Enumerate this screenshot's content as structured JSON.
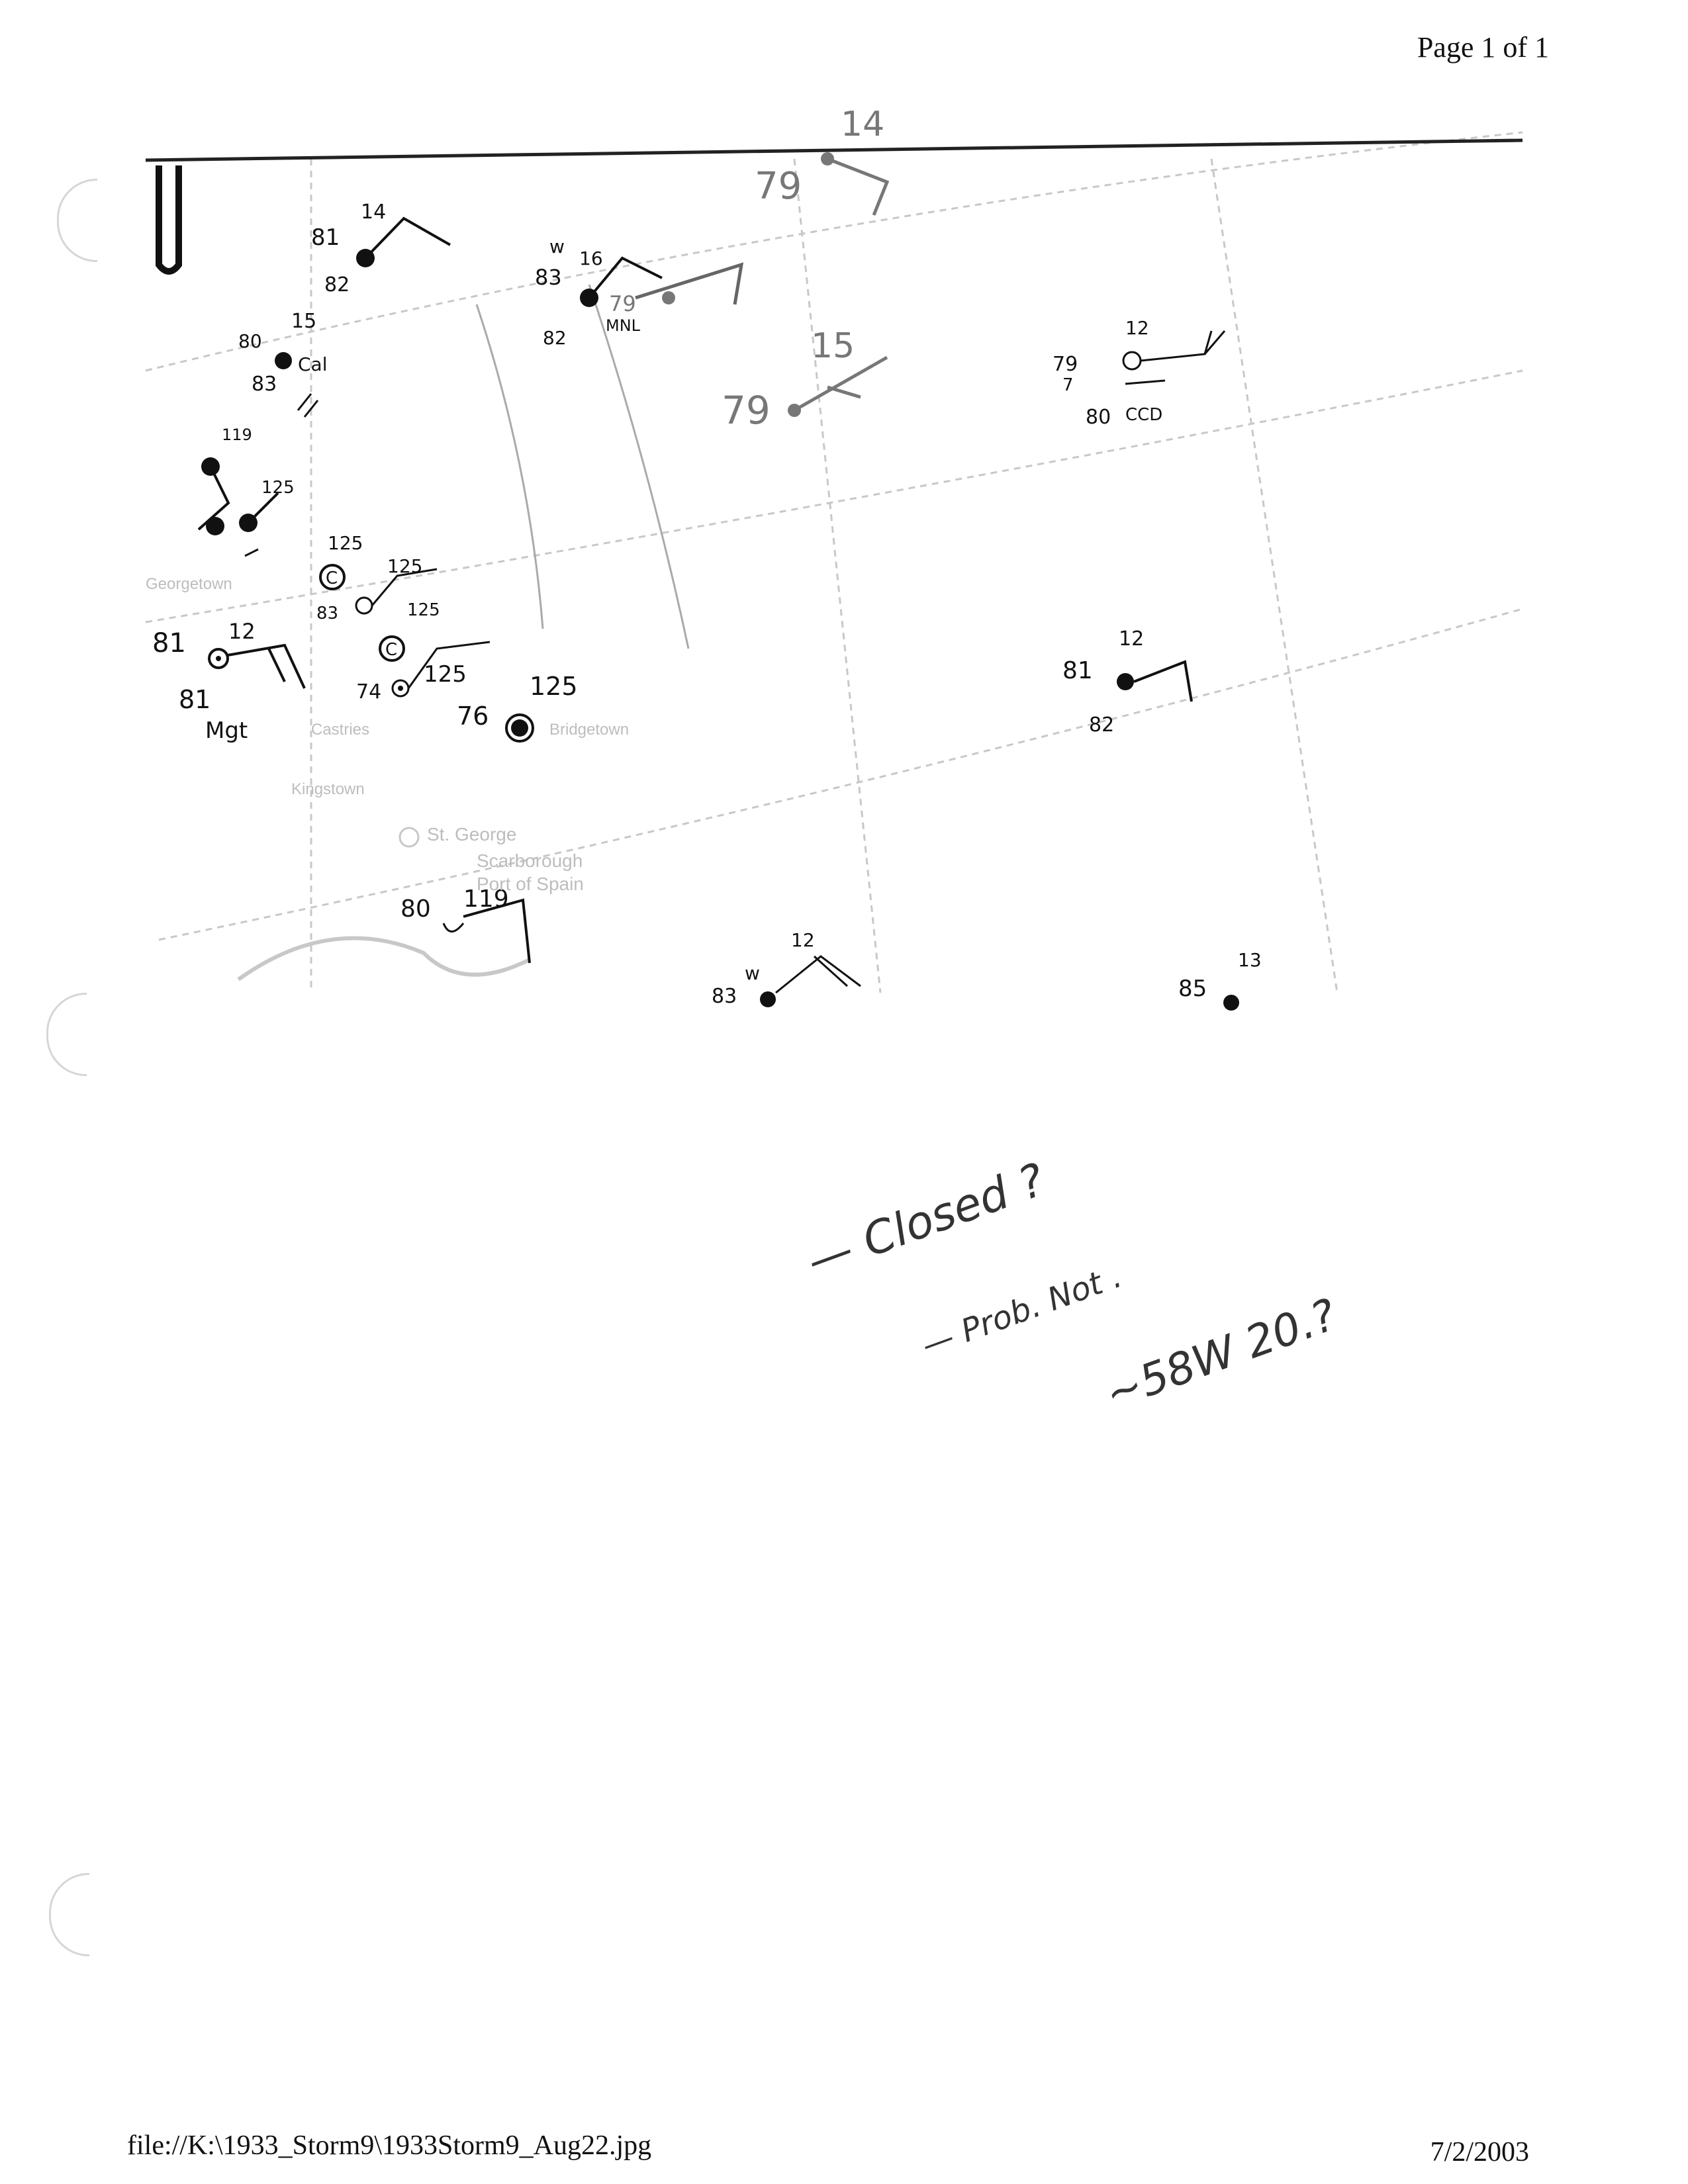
{
  "header": {
    "page_label": "Page 1 of 1"
  },
  "footer": {
    "file_path": "file://K:\\1933_Storm9\\1933Storm9_Aug22.jpg",
    "date": "7/2/2003"
  },
  "map": {
    "stations": [
      {
        "temp": "81",
        "wind": "14",
        "extra": "82"
      },
      {
        "temp": "83",
        "wind": "16",
        "extra": "82",
        "id": "MNL",
        "mark": "w"
      },
      {
        "temp": "79",
        "wind": "14"
      },
      {
        "temp": "79",
        "wind": "15"
      },
      {
        "temp": "80",
        "wind": "15",
        "extra": "83",
        "id": "Cal"
      },
      {
        "temp": "79",
        "wind": "12",
        "extra": "80",
        "id": "CCD",
        "mark": "7"
      },
      {
        "temp": "",
        "wind": "119"
      },
      {
        "temp": "",
        "wind": "125"
      },
      {
        "temp": "",
        "wind": "125"
      },
      {
        "temp": "83",
        "wind": "125"
      },
      {
        "temp": "",
        "wind": "125"
      },
      {
        "temp": "74",
        "wind": "125"
      },
      {
        "temp": "81",
        "wind": "12",
        "extra": "81",
        "id": "Mgt"
      },
      {
        "temp": "76",
        "wind": "125"
      },
      {
        "temp": "81",
        "wind": "12",
        "extra": "82"
      },
      {
        "temp": "80",
        "wind": "119"
      },
      {
        "temp": "83",
        "wind": "12",
        "mark": "w"
      },
      {
        "temp": "85",
        "wind": "13"
      },
      {
        "temp": "79",
        "wind": ""
      }
    ],
    "place_labels": [
      "St. George",
      "Scarborough",
      "Port of Spain",
      "Georgetown",
      "Kingstown",
      "Castries",
      "Bridgetown"
    ]
  },
  "annotations": {
    "line1": "— Closed ?",
    "line2": "— Prob. Not .",
    "line3": "~58W 20.?"
  }
}
